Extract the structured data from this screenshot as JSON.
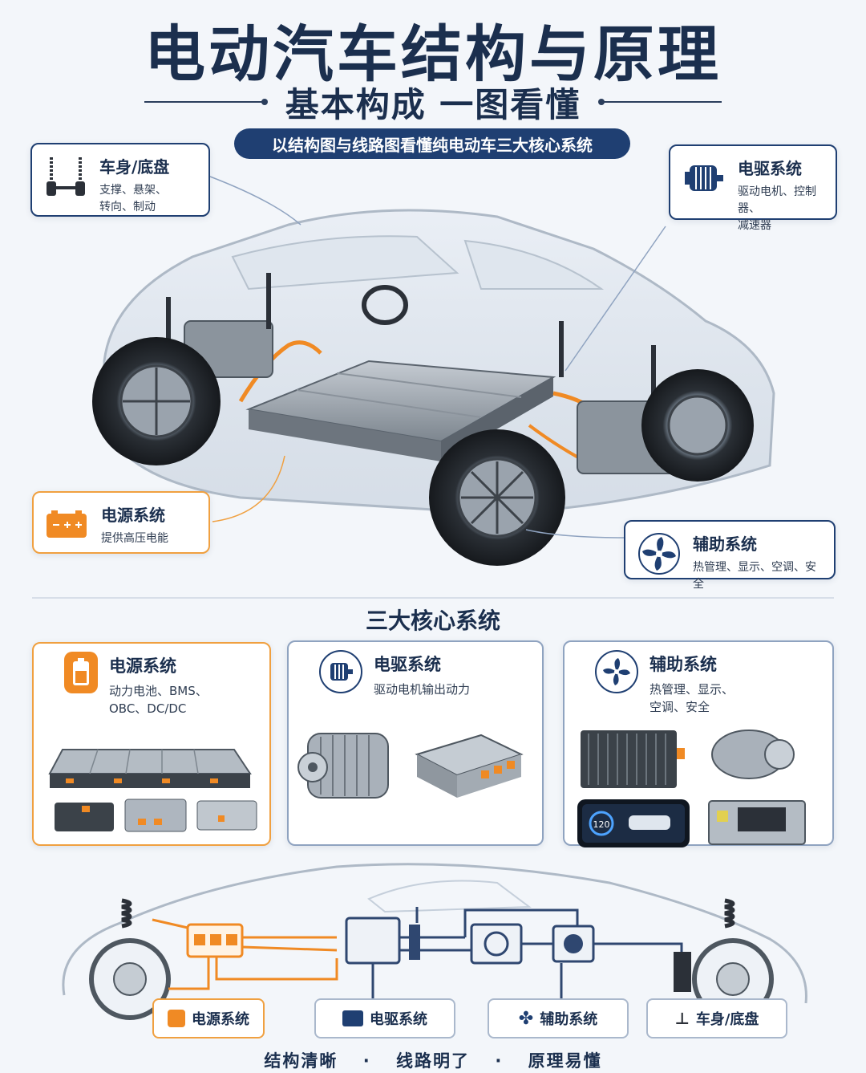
{
  "header": {
    "title": "电动汽车结构与原理",
    "subtitle": "基本构成 一图看懂",
    "pill": "以结构图与线路图看懂纯电动车三大核心系统"
  },
  "callouts": {
    "body": {
      "title": "车身/底盘",
      "desc1": "支撑、悬架、",
      "desc2": "转向、制动",
      "icon": "suspension-icon"
    },
    "drive": {
      "title": "电驱系统",
      "desc1": "驱动电机、控制器、",
      "desc2": "减速器",
      "icon": "motor-icon"
    },
    "power": {
      "title": "电源系统",
      "desc1": "提供高压电能",
      "icon": "battery-icon"
    },
    "aux": {
      "title": "辅助系统",
      "desc1": "热管理、显示、空调、安全",
      "icon": "fan-icon"
    }
  },
  "section": {
    "title": "三大核心系统"
  },
  "cards": {
    "power": {
      "title": "电源系统",
      "desc1": "动力电池、BMS、",
      "desc2": "OBC、DC/DC"
    },
    "drive": {
      "title": "电驱系统",
      "desc1": "驱动电机输出动力"
    },
    "aux": {
      "title": "辅助系统",
      "desc1": "热管理、显示、",
      "desc2": "空调、安全",
      "screen_speed": "120"
    }
  },
  "bottom_tags": {
    "power": "电源系统",
    "drive": "电驱系统",
    "aux": "辅助系统",
    "body": "车身/底盘"
  },
  "footer": {
    "item1": "结构清晰",
    "sep": "·",
    "item2": "线路明了",
    "item3": "原理易懂"
  },
  "colors": {
    "navy": "#1f3f72",
    "orange": "#f08a24",
    "accent_blue": "#1b2f4e"
  }
}
